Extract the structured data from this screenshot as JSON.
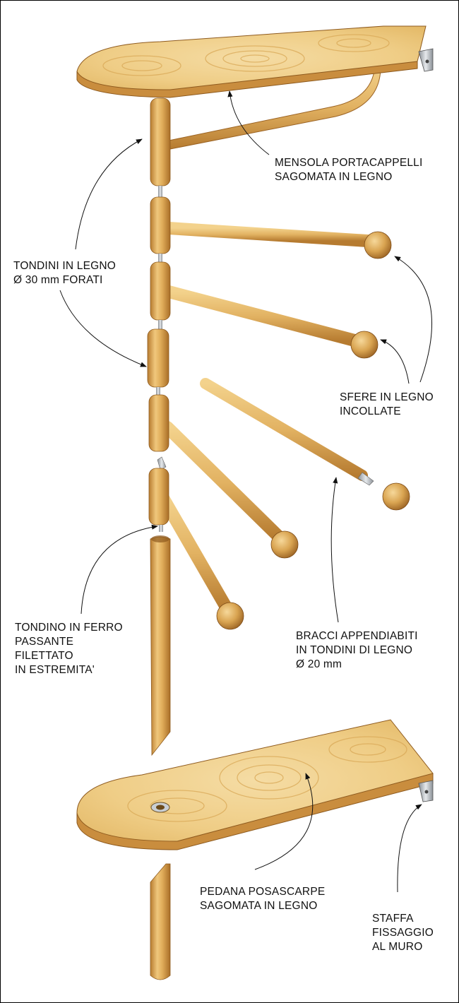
{
  "labels": {
    "shelf": [
      "MENSOLA PORTACAPPELLI",
      "SAGOMATA IN LEGNO"
    ],
    "rods": [
      "TONDINI IN LEGNO",
      "Ø 30 mm FORATI"
    ],
    "spheres": [
      "SFERE IN LEGNO",
      "INCOLLATE"
    ],
    "iron_rod": [
      "TONDINO IN FERRO",
      "PASSANTE",
      "FILETTATO",
      "IN ESTREMITA'"
    ],
    "arms": [
      "BRACCI APPENDIABITI",
      "IN TONDINI DI LEGNO",
      "Ø 20 mm"
    ],
    "footrest": [
      "PEDANA POSASCARPE",
      "SAGOMATA IN LEGNO"
    ],
    "bracket": [
      "STAFFA",
      "FISSAGGIO",
      "AL MURO"
    ]
  },
  "colors": {
    "wood_light": "#f3d79a",
    "wood_mid": "#e2b460",
    "wood_dark": "#b57a2e",
    "wood_edge": "#c98d3e",
    "metal": "#c9ced3",
    "ink": "#111111"
  }
}
